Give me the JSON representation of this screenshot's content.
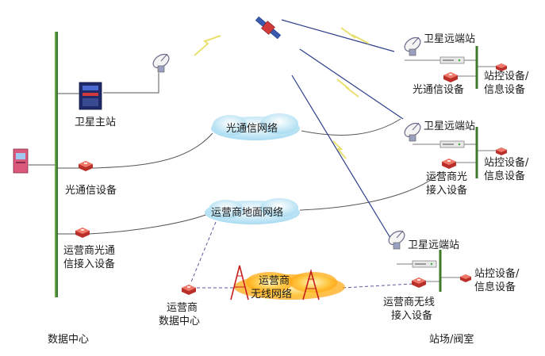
{
  "colors": {
    "bus": "#3f7a2a",
    "link_gray": "#555555",
    "link_blue": "#2f3f8a",
    "dashed": "#5a5aa0",
    "lightning": "#e8e070",
    "cloud": "#bfe6f7",
    "flame": "#ffb000",
    "tower": "#c81e1e",
    "router": "#d8443a"
  },
  "left": {
    "satellite_master": "卫星主站",
    "optical_device": "光通信设备",
    "carrier_access_1": "运营商光通",
    "carrier_access_2": "信接入设备",
    "bottom": "数据中心"
  },
  "center": {
    "optical_network": "光通信网络",
    "carrier_ground_network": "运营商地面网络",
    "carrier_wireless_1": "运营商",
    "carrier_wireless_2": "无线网络",
    "carrier_dc_1": "运营商",
    "carrier_dc_2": "数据中心"
  },
  "right": {
    "remote_station_1": "卫星远端站",
    "remote_station_2": "卫星远端站",
    "remote_station_3": "卫星远端站",
    "site1_optical": "光通信设备",
    "site2_access_1": "运营商光",
    "site2_access_2": "接入设备",
    "site3_access_1": "运营商无线",
    "site3_access_2": "接入设备",
    "control_1a": "站控设备/",
    "control_1b": "信息设备",
    "control_2a": "站控设备/",
    "control_2b": "信息设备",
    "control_3a": "站控设备/",
    "control_3b": "信息设备",
    "bottom": "站场/阀室"
  }
}
